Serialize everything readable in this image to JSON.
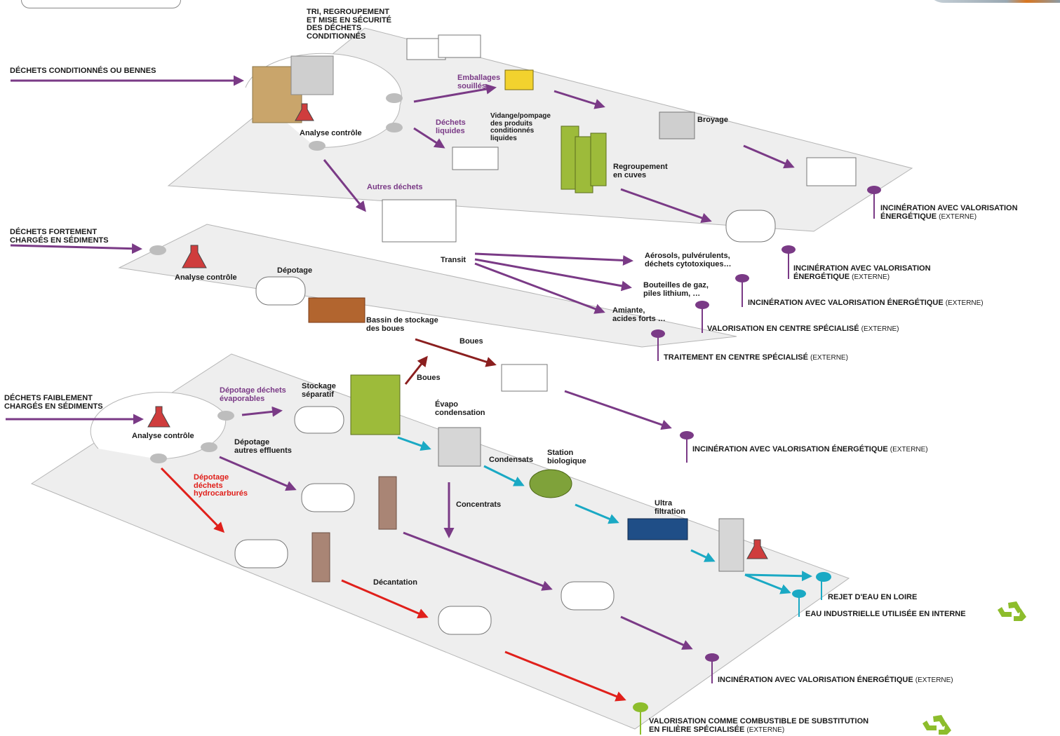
{
  "colors": {
    "purple": "#7a3a86",
    "red": "#e0201b",
    "cyan": "#1aa9c4",
    "brown": "#8b1f1f",
    "green": "#8dbd2c",
    "platform": "#eeeeee"
  },
  "inputs": {
    "conditionnes": "DÉCHETS CONDITIONNÉS OU BENNES",
    "fortement": "DÉCHETS FORTEMENT\nCHARGÉS EN SÉDIMENTS",
    "faiblement": "DÉCHETS FAIBLEMENT\nCHARGÉS EN SÉDIMENTS"
  },
  "top_zone": {
    "title": "TRI, REGROUPEMENT\nET MISE EN SÉCURITÉ\nDES DÉCHETS\nCONDITIONNÉS",
    "analyse": "Analyse contrôle",
    "emballages": "Emballages\nsouillés",
    "dechets_liquides": "Déchets\nliquides",
    "vidange": "Vidange/pompage\ndes produits\nconditionnés\nliquides",
    "broyage": "Broyage",
    "regroupement": "Regroupement\nen cuves",
    "autres": "Autres déchets",
    "transit": "Transit",
    "aerosols": "Aérosols, pulvérulents,\ndéchets cytotoxiques…",
    "bouteilles": "Bouteilles de gaz,\npiles lithium, …",
    "amiante": "Amiante,\nacides forts …"
  },
  "middle_zone": {
    "analyse": "Analyse contrôle",
    "depotage": "Dépotage",
    "bassin": "Bassin de stockage\ndes boues",
    "boues_1": "Boues",
    "boues_2": "Boues"
  },
  "bottom_zone": {
    "analyse": "Analyse contrôle",
    "depotage_evaporables": "Dépotage déchets\névaporables",
    "stockage": "Stockage\nséparatif",
    "evapo": "Évapo\ncondensation",
    "depotage_autres": "Dépotage\nautres effluents",
    "depotage_hydro": "Dépotage\ndéchets\nhydrocarburés",
    "condensats": "Condensats",
    "station": "Station\nbiologique",
    "concentrats": "Concentrats",
    "ultra": "Ultra\nfiltration",
    "decantation": "Décantation"
  },
  "outputs": {
    "incin_1": "INCINÉRATION AVEC VALORISATION\nÉNERGÉTIQUE",
    "incin_2": "INCINÉRATION AVEC VALORISATION\nÉNERGÉTIQUE",
    "incin_3": "INCINÉRATION AVEC VALORISATION ÉNERGÉTIQUE",
    "valorisation_centre": "VALORISATION EN CENTRE SPÉCIALISÉ",
    "traitement_centre": "TRAITEMENT EN CENTRE SPÉCIALISÉ",
    "incin_4": "INCINÉRATION AVEC VALORISATION ÉNERGÉTIQUE",
    "rejet": "REJET D'EAU EN LOIRE",
    "eau_industrielle": "EAU INDUSTRIELLE UTILISÉE EN INTERNE",
    "incin_5": "INCINÉRATION AVEC VALORISATION ÉNERGÉTIQUE",
    "combustible": "VALORISATION COMME COMBUSTIBLE DE SUBSTITUTION\nEN FILIÈRE SPÉCIALISÉE",
    "externe": "(EXTERNE)"
  }
}
